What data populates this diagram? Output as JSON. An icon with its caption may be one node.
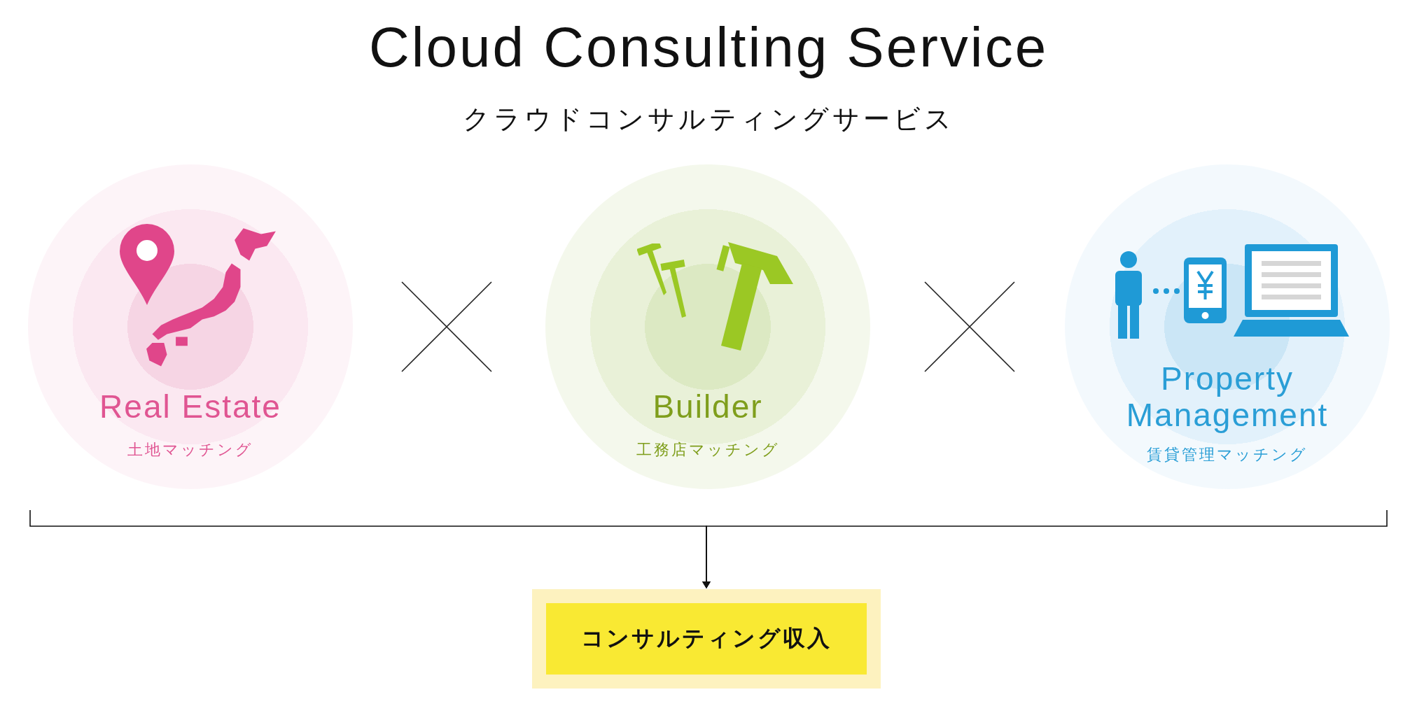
{
  "diagram": {
    "title": "Cloud Consulting Service",
    "caption": "クラウドコンサルティングサービス",
    "nodes": [
      {
        "text": [
          "Real Estate",
          "土地マッチング"
        ]
      },
      {
        "text": [
          "Builder",
          "工務店マッチング"
        ]
      },
      {
        "text": [
          "Property Management",
          "賃貸管理マッチング"
        ]
      },
      {
        "text": [
          "コンサルティング収入"
        ]
      }
    ],
    "edges": [
      {
        "from": 0,
        "to": 3,
        "arrow": "to"
      },
      {
        "from": 1,
        "to": 3,
        "arrow": "to"
      },
      {
        "from": 2,
        "to": 3,
        "arrow": "to"
      }
    ]
  }
}
